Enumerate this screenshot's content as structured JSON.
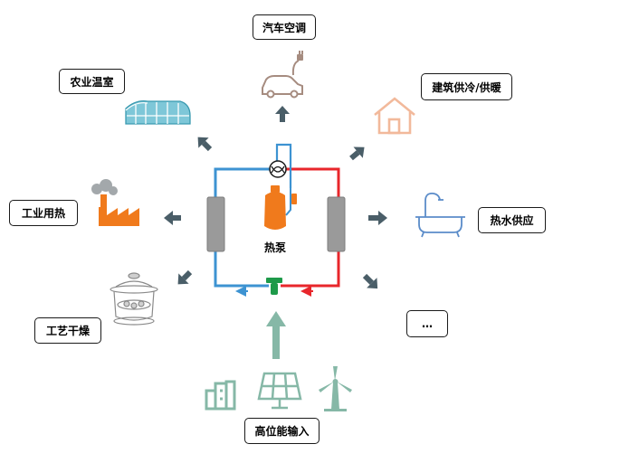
{
  "center": {
    "label": "热泵"
  },
  "applications": {
    "car_ac": "汽车空调",
    "greenhouse": "农业温室",
    "building": "建筑供冷/供暖",
    "industrial_heat": "工业用热",
    "hot_water": "热水供应",
    "drying": "工艺干燥",
    "more": "…"
  },
  "input": {
    "label": "高位能输入"
  },
  "icons": {
    "car": "car-charging-icon",
    "greenhouse": "greenhouse-icon",
    "house": "house-icon",
    "factory": "factory-icon",
    "bathtub": "bathtub-icon",
    "dryer": "dryer-pot-icon",
    "buildings": "buildings-icon",
    "solar": "solar-panel-icon",
    "wind": "wind-turbine-icon"
  },
  "colors": {
    "hot_line": "#e8262b",
    "cold_line": "#3d93d2",
    "arrow": "#4a5e68",
    "exchanger": "#9a9a9a",
    "compressor": "#f07a1c",
    "valve": "#1e9a4a",
    "teal_icon": "#86b8a7"
  }
}
